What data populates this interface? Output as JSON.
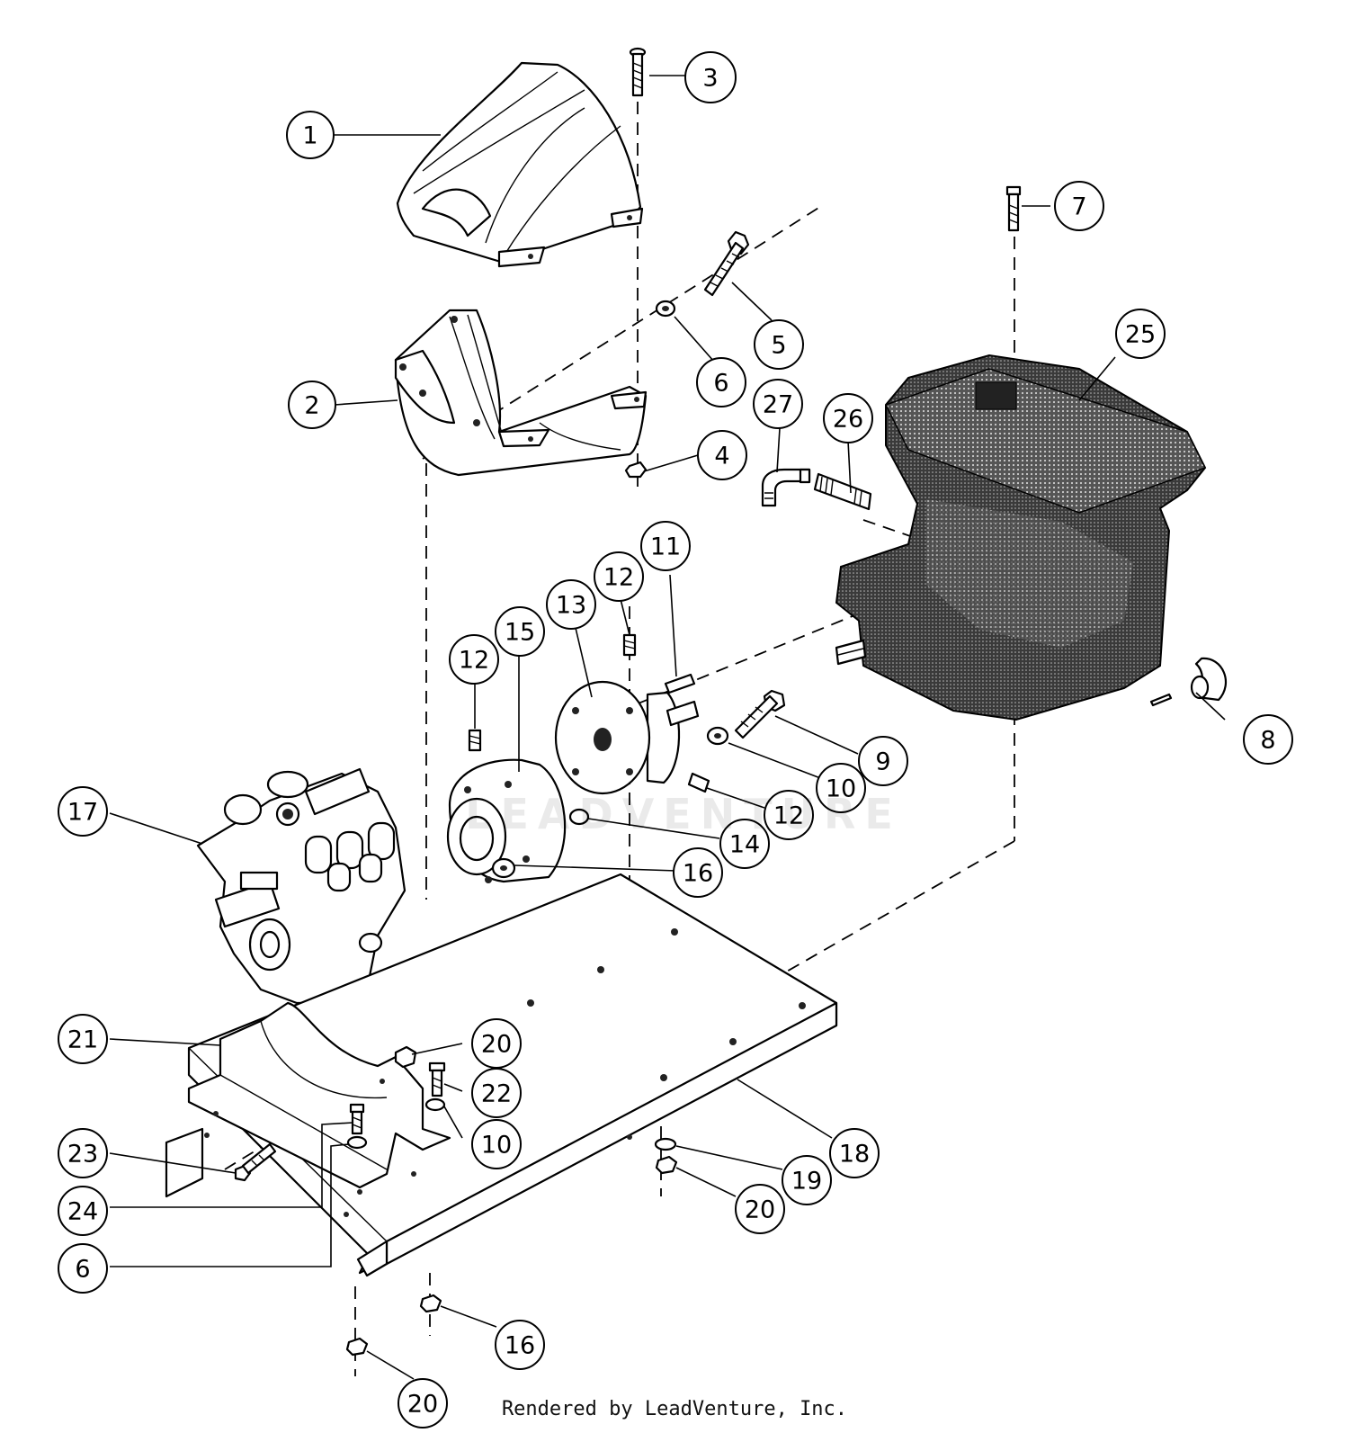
{
  "footer": {
    "text": "Rendered by LeadVenture, Inc."
  },
  "watermark": {
    "text": "LEADVENTURE"
  },
  "callouts": [
    {
      "id": "c1",
      "label": "1"
    },
    {
      "id": "c2",
      "label": "2"
    },
    {
      "id": "c3",
      "label": "3"
    },
    {
      "id": "c4",
      "label": "4"
    },
    {
      "id": "c5",
      "label": "5"
    },
    {
      "id": "c6a",
      "label": "6"
    },
    {
      "id": "c6b",
      "label": "6"
    },
    {
      "id": "c7",
      "label": "7"
    },
    {
      "id": "c8",
      "label": "8"
    },
    {
      "id": "c9",
      "label": "9"
    },
    {
      "id": "c10a",
      "label": "10"
    },
    {
      "id": "c10b",
      "label": "10"
    },
    {
      "id": "c11",
      "label": "11"
    },
    {
      "id": "c12a",
      "label": "12"
    },
    {
      "id": "c12b",
      "label": "12"
    },
    {
      "id": "c12c",
      "label": "12"
    },
    {
      "id": "c13",
      "label": "13"
    },
    {
      "id": "c14",
      "label": "14"
    },
    {
      "id": "c15",
      "label": "15"
    },
    {
      "id": "c16a",
      "label": "16"
    },
    {
      "id": "c16b",
      "label": "16"
    },
    {
      "id": "c17",
      "label": "17"
    },
    {
      "id": "c18",
      "label": "18"
    },
    {
      "id": "c19",
      "label": "19"
    },
    {
      "id": "c20a",
      "label": "20"
    },
    {
      "id": "c20b",
      "label": "20"
    },
    {
      "id": "c20c",
      "label": "20"
    },
    {
      "id": "c21",
      "label": "21"
    },
    {
      "id": "c22",
      "label": "22"
    },
    {
      "id": "c23",
      "label": "23"
    },
    {
      "id": "c24",
      "label": "24"
    },
    {
      "id": "c25",
      "label": "25"
    },
    {
      "id": "c26",
      "label": "26"
    },
    {
      "id": "c27",
      "label": "27"
    }
  ]
}
